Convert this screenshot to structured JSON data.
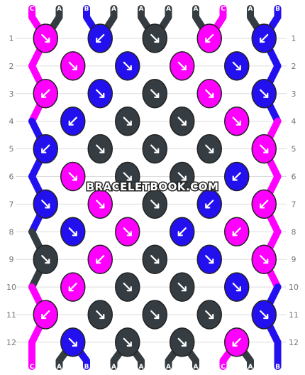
{
  "watermark": "BRACELETBOOK.COM",
  "colors": {
    "A": "#353d42",
    "B": "#2211ee",
    "C": "#ff00ff",
    "arrow": "#ffffff",
    "row_label": "#777777"
  },
  "strings_top": [
    "C",
    "A",
    "B",
    "A",
    "A",
    "A",
    "A",
    "C",
    "A",
    "B"
  ],
  "strings_bottom": [
    "C",
    "A",
    "B",
    "A",
    "A",
    "A",
    "A",
    "C",
    "A",
    "B"
  ],
  "rows": [
    {
      "label": "1",
      "knots": [
        {
          "c": "C",
          "d": "br"
        },
        {
          "c": "B",
          "d": "bl"
        },
        {
          "c": "A",
          "d": "br"
        },
        {
          "c": "C",
          "d": "bl"
        },
        {
          "c": "B",
          "d": "bl"
        }
      ]
    },
    {
      "label": "2",
      "knots": [
        {
          "c": "C",
          "d": "br"
        },
        {
          "c": "B",
          "d": "br"
        },
        {
          "c": "C",
          "d": "br"
        },
        {
          "c": "B",
          "d": "br"
        }
      ]
    },
    {
      "label": "3",
      "knots": [
        {
          "c": "C",
          "d": "bl"
        },
        {
          "c": "B",
          "d": "br"
        },
        {
          "c": "A",
          "d": "br"
        },
        {
          "c": "C",
          "d": "br"
        },
        {
          "c": "B",
          "d": "br"
        }
      ]
    },
    {
      "label": "4",
      "knots": [
        {
          "c": "B",
          "d": "bl"
        },
        {
          "c": "A",
          "d": "br"
        },
        {
          "c": "A",
          "d": "br"
        },
        {
          "c": "C",
          "d": "br"
        }
      ]
    },
    {
      "label": "5",
      "knots": [
        {
          "c": "B",
          "d": "bl"
        },
        {
          "c": "A",
          "d": "br"
        },
        {
          "c": "A",
          "d": "br"
        },
        {
          "c": "A",
          "d": "br"
        },
        {
          "c": "C",
          "d": "br"
        }
      ]
    },
    {
      "label": "6",
      "knots": [
        {
          "c": "C",
          "d": "br"
        },
        {
          "c": "A",
          "d": "br"
        },
        {
          "c": "A",
          "d": "br"
        },
        {
          "c": "B",
          "d": "bl"
        }
      ]
    },
    {
      "label": "7",
      "knots": [
        {
          "c": "B",
          "d": "br"
        },
        {
          "c": "C",
          "d": "br"
        },
        {
          "c": "A",
          "d": "br"
        },
        {
          "c": "B",
          "d": "bl"
        },
        {
          "c": "C",
          "d": "bl"
        }
      ]
    },
    {
      "label": "8",
      "knots": [
        {
          "c": "B",
          "d": "br"
        },
        {
          "c": "C",
          "d": "br"
        },
        {
          "c": "B",
          "d": "bl"
        },
        {
          "c": "C",
          "d": "bl"
        }
      ]
    },
    {
      "label": "9",
      "knots": [
        {
          "c": "A",
          "d": "br"
        },
        {
          "c": "C",
          "d": "bl"
        },
        {
          "c": "A",
          "d": "br"
        },
        {
          "c": "B",
          "d": "br"
        },
        {
          "c": "C",
          "d": "br"
        }
      ]
    },
    {
      "label": "10",
      "knots": [
        {
          "c": "C",
          "d": "bl"
        },
        {
          "c": "A",
          "d": "br"
        },
        {
          "c": "A",
          "d": "br"
        },
        {
          "c": "B",
          "d": "br"
        }
      ]
    },
    {
      "label": "11",
      "knots": [
        {
          "c": "C",
          "d": "bl"
        },
        {
          "c": "A",
          "d": "br"
        },
        {
          "c": "A",
          "d": "br"
        },
        {
          "c": "A",
          "d": "br"
        },
        {
          "c": "B",
          "d": "br"
        }
      ]
    },
    {
      "label": "12",
      "knots": [
        {
          "c": "B",
          "d": "br"
        },
        {
          "c": "A",
          "d": "br"
        },
        {
          "c": "A",
          "d": "br"
        },
        {
          "c": "C",
          "d": "bl"
        }
      ]
    }
  ]
}
